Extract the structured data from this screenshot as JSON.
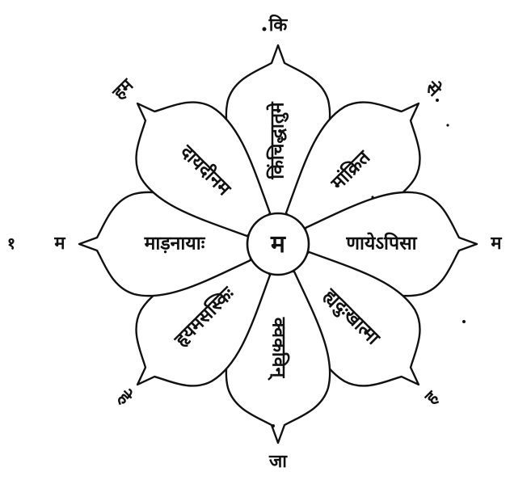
{
  "center": {
    "label": "म"
  },
  "petals": [
    {
      "label": "किंचिद्धातुमे",
      "tip_label": "कि",
      "angle": 0
    },
    {
      "label": "मांक्रित",
      "tip_label": "से",
      "angle": 45
    },
    {
      "label": "णायेऽपिसा",
      "tip_label": "म",
      "angle": 90
    },
    {
      "label": "ह्यदुःखात्मा",
      "tip_label": "ह",
      "angle": 135
    },
    {
      "label": "क्वकविन्",
      "tip_label": "जा",
      "angle": 180
    },
    {
      "label": "हृयमसस्किः",
      "tip_label": "हे",
      "angle": 225
    },
    {
      "label": "माड़नायाः",
      "tip_label": "म",
      "angle": 270
    },
    {
      "label": "दायदीनम",
      "tip_label": "हम",
      "angle": 315
    }
  ],
  "side_marks": [
    {
      "label": "१"
    }
  ]
}
